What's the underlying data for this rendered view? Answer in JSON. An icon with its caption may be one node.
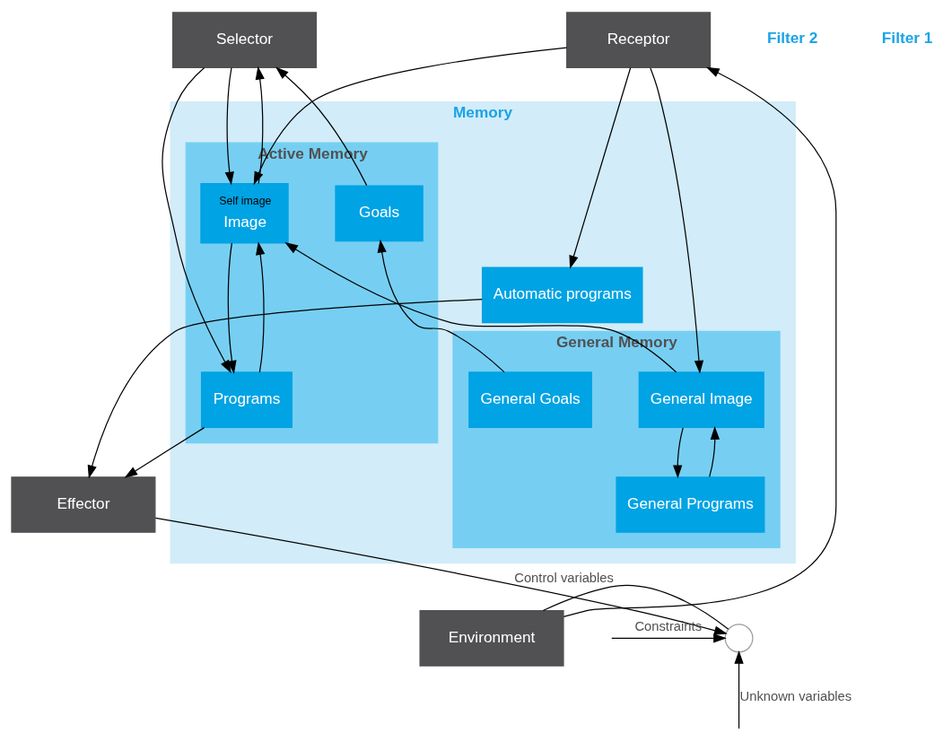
{
  "diagram": {
    "nodes": [
      {
        "text": [
          "Selector"
        ]
      },
      {
        "text": [
          "Receptor"
        ]
      },
      {
        "text": [
          "Memory"
        ]
      },
      {
        "text": [
          "Active Memory"
        ],
        "in": 2
      },
      {
        "text": [
          "Self image",
          "Image"
        ],
        "in": 3
      },
      {
        "text": [
          "Goals"
        ],
        "in": 3
      },
      {
        "text": [
          "Programs"
        ],
        "in": 3
      },
      {
        "text": [
          "General Memory"
        ],
        "in": 2
      },
      {
        "text": [
          "General Image"
        ],
        "in": 7
      },
      {
        "text": [
          "General Goals"
        ],
        "in": 7
      },
      {
        "text": [
          "General Programs"
        ],
        "in": 7
      },
      {
        "text": [
          "Automatic programs"
        ],
        "in": 2
      },
      {
        "text": [
          "Effector"
        ]
      },
      {
        "text": [
          "Environment"
        ]
      },
      {
        "text": [],
        "shape": "point"
      }
    ],
    "edges": [
      {
        "from": 0,
        "to": 4,
        "arrow": "to"
      },
      {
        "from": 4,
        "to": 0,
        "arrow": "to"
      },
      {
        "from": 5,
        "to": 0,
        "arrow": "to"
      },
      {
        "from": 0,
        "to": 6,
        "arrow": "to"
      },
      {
        "from": 1,
        "to": 4,
        "arrow": "to"
      },
      {
        "from": 1,
        "to": 8,
        "arrow": "to"
      },
      {
        "from": 1,
        "to": 11,
        "arrow": "to"
      },
      {
        "from": 4,
        "to": 6,
        "arrow": "to"
      },
      {
        "from": 6,
        "to": 4,
        "arrow": "to"
      },
      {
        "from": 8,
        "to": 4,
        "arrow": "to"
      },
      {
        "from": 9,
        "to": 5,
        "arrow": "to"
      },
      {
        "from": 8,
        "to": 10,
        "arrow": "to"
      },
      {
        "from": 10,
        "to": 8,
        "arrow": "to"
      },
      {
        "from": 6,
        "to": 12,
        "arrow": "to"
      },
      {
        "from": 11,
        "to": 12,
        "arrow": "to"
      },
      {
        "from": 13,
        "to": 1,
        "arrow": "to"
      },
      {
        "from": 12,
        "to": 14,
        "arrow": "to",
        "label": "Control variables"
      },
      {
        "from": 13,
        "to": 14,
        "arrow": "none"
      },
      {
        "from": null,
        "to": 14,
        "arrow": "to",
        "label": "Constraints"
      },
      {
        "from": null,
        "to": 14,
        "arrow": "to",
        "label": "Unknown variables"
      }
    ],
    "labels": [
      "Filter 2",
      "Filter 1"
    ]
  }
}
